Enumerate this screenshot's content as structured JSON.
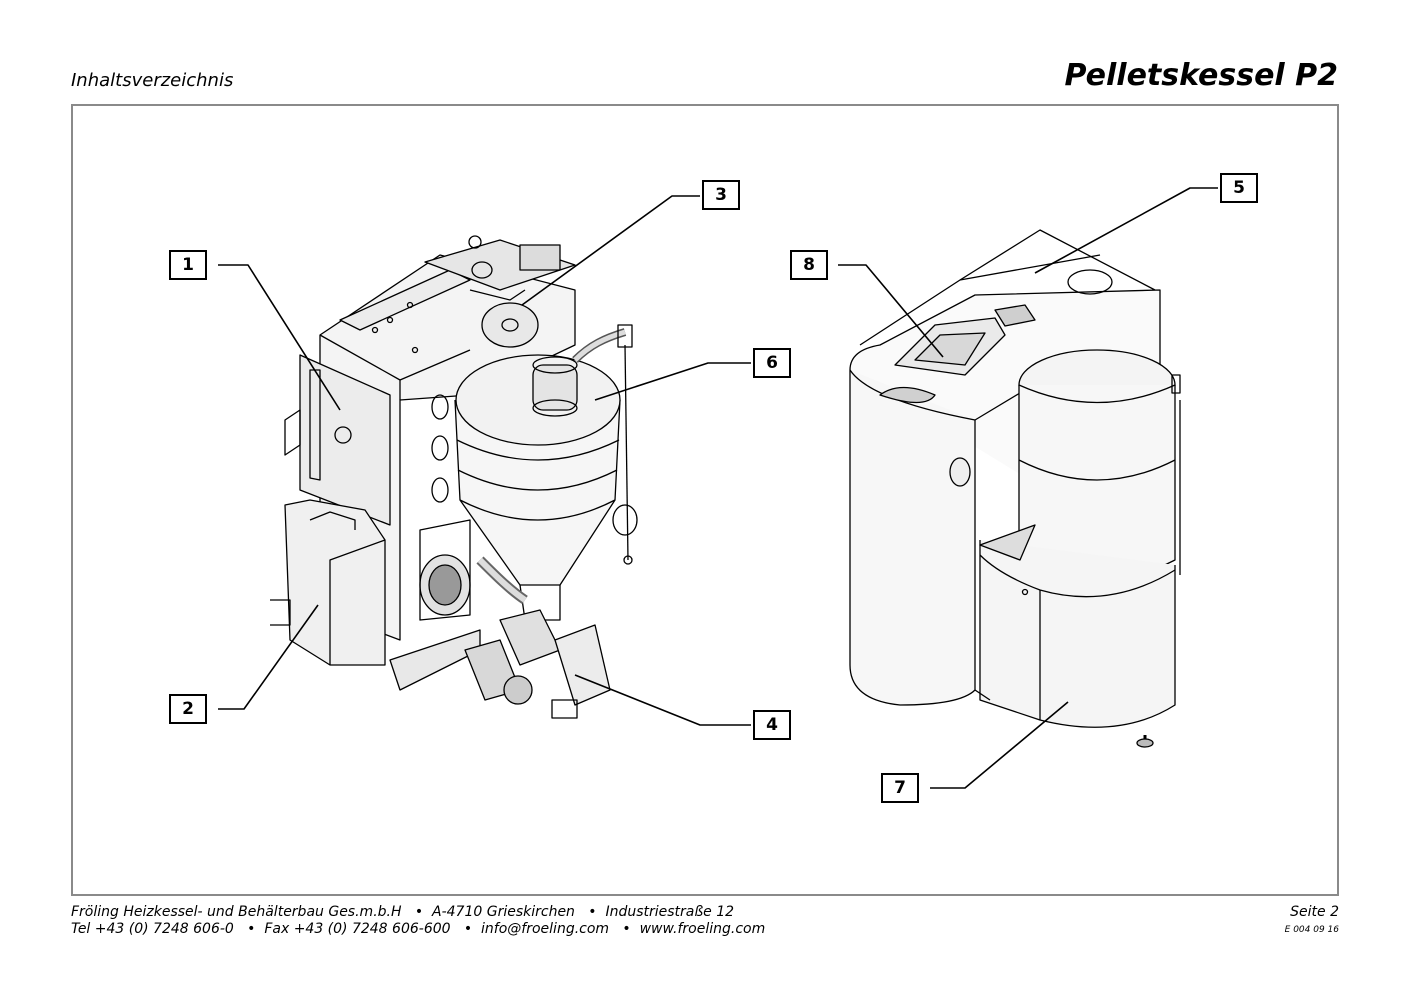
{
  "header": {
    "section": "Inhaltsverzeichnis",
    "title": "Pelletskessel P2"
  },
  "callouts": [
    "1",
    "2",
    "3",
    "4",
    "5",
    "6",
    "7",
    "8"
  ],
  "footer": {
    "line1": "Fröling Heizkessel- und Behälterbau Ges.m.b.H   •  A-4710 Grieskirchen   •  Industriestraße 12",
    "line2": "Tel +43 (0) 7248 606-0   •  Fax +43 (0) 7248 606-600   •  info@froeling.com   •  www.froeling.com",
    "page": "Seite 2",
    "code": "E 004 09 16"
  }
}
